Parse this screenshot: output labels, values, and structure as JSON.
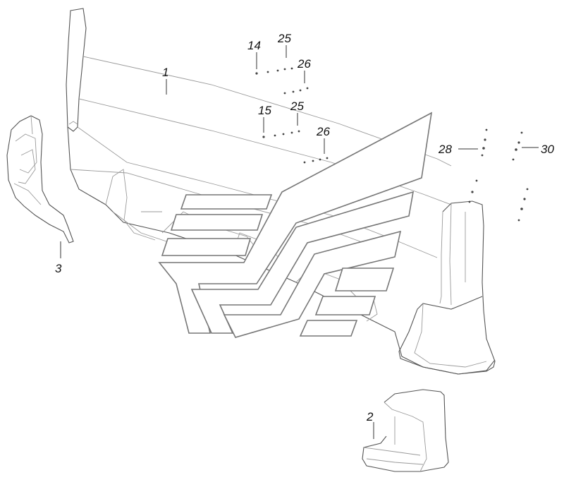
{
  "diagram": {
    "callouts": [
      {
        "id": "c1",
        "text": "1"
      },
      {
        "id": "c2",
        "text": "2"
      },
      {
        "id": "c3",
        "text": "3"
      },
      {
        "id": "c14",
        "text": "14"
      },
      {
        "id": "c15",
        "text": "15"
      },
      {
        "id": "c25a",
        "text": "25"
      },
      {
        "id": "c25b",
        "text": "25"
      },
      {
        "id": "c26a",
        "text": "26"
      },
      {
        "id": "c26b",
        "text": "26"
      },
      {
        "id": "c28",
        "text": "28"
      },
      {
        "id": "c30",
        "text": "30"
      }
    ]
  }
}
